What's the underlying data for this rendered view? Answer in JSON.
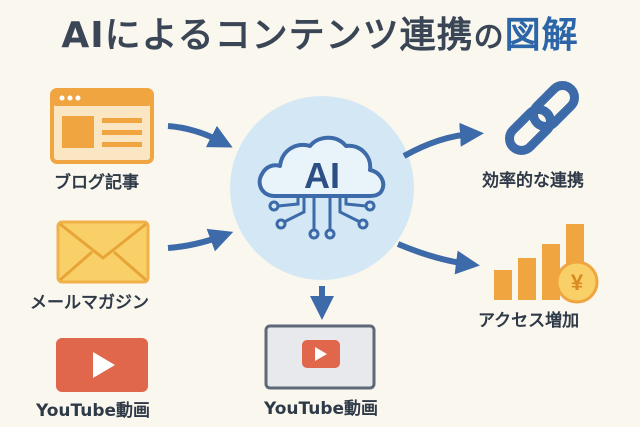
{
  "title": {
    "part1": "AIによるコンテンツ連携",
    "part2": "の",
    "part3": "図解"
  },
  "hub": {
    "label": "AI"
  },
  "sources": [
    {
      "label": "ブログ記事",
      "icon": "browser-icon"
    },
    {
      "label": "メールマガジン",
      "icon": "envelope-icon"
    },
    {
      "label": "YouTube動画",
      "icon": "youtube-icon"
    }
  ],
  "outputs": [
    {
      "label": "効率的な連携",
      "icon": "chain-link-icon"
    },
    {
      "label": "アクセス増加",
      "icon": "bar-chart-yen-icon"
    },
    {
      "label": "YouTube動画",
      "icon": "video-player-icon"
    }
  ],
  "coin_symbol": "¥",
  "colors": {
    "background": "#faf7ee",
    "accent_blue": "#3d6aa8",
    "orange": "#f0a541",
    "yellow": "#f8d067",
    "red": "#e0664c",
    "hub_fill": "#d3e8f4"
  }
}
